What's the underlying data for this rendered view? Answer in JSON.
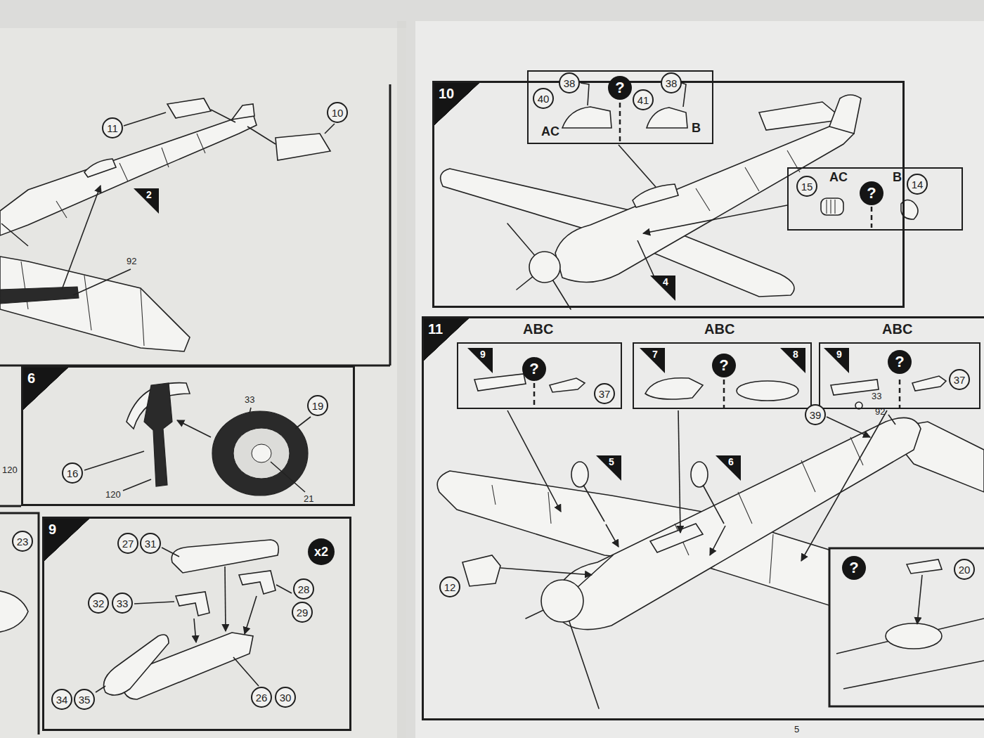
{
  "diagram": {
    "nodes": [
      {
        "text": [
          "11"
        ]
      },
      {
        "text": [
          "10"
        ]
      },
      {
        "text": [
          "2"
        ]
      },
      {
        "text": [
          "6"
        ]
      },
      {
        "text": [
          "19"
        ],
        "in": 3
      },
      {
        "text": [
          "16"
        ],
        "in": 3
      },
      {
        "text": [
          "23"
        ]
      },
      {
        "text": [
          "9"
        ]
      },
      {
        "text": [
          "x2"
        ],
        "in": 7
      },
      {
        "text": [
          "27"
        ],
        "in": 7
      },
      {
        "text": [
          "31"
        ],
        "in": 7
      },
      {
        "text": [
          "28"
        ],
        "in": 7
      },
      {
        "text": [
          "29"
        ],
        "in": 7
      },
      {
        "text": [
          "32"
        ],
        "in": 7
      },
      {
        "text": [
          "33"
        ],
        "in": 7
      },
      {
        "text": [
          "34"
        ],
        "in": 7
      },
      {
        "text": [
          "35"
        ],
        "in": 7
      },
      {
        "text": [
          "26"
        ],
        "in": 7
      },
      {
        "text": [
          "30"
        ],
        "in": 7
      },
      {
        "text": [
          "10"
        ]
      },
      {
        "text": [
          "AC",
          "B"
        ],
        "in": 19
      },
      {
        "text": [
          "38"
        ],
        "in": 20
      },
      {
        "text": [
          "40"
        ],
        "in": 20
      },
      {
        "text": [
          "?"
        ],
        "in": 20
      },
      {
        "text": [
          "38"
        ],
        "in": 20
      },
      {
        "text": [
          "41"
        ],
        "in": 20
      },
      {
        "text": [
          "AC",
          "B"
        ],
        "in": 19
      },
      {
        "text": [
          "15"
        ],
        "in": 26
      },
      {
        "text": [
          "?"
        ],
        "in": 26
      },
      {
        "text": [
          "14"
        ],
        "in": 26
      },
      {
        "text": [
          "4"
        ],
        "in": 19
      },
      {
        "text": [
          "11"
        ]
      },
      {
        "text": [
          "ABC"
        ],
        "in": 31
      },
      {
        "text": [
          "9"
        ],
        "in": 32
      },
      {
        "text": [
          "?"
        ],
        "in": 32
      },
      {
        "text": [
          "37"
        ],
        "in": 32
      },
      {
        "text": [
          "ABC"
        ],
        "in": 31
      },
      {
        "text": [
          "7"
        ],
        "in": 36
      },
      {
        "text": [
          "?"
        ],
        "in": 36
      },
      {
        "text": [
          "8"
        ],
        "in": 36
      },
      {
        "text": [
          "ABC"
        ],
        "in": 31
      },
      {
        "text": [
          "9"
        ],
        "in": 40
      },
      {
        "text": [
          "?"
        ],
        "in": 40
      },
      {
        "text": [
          "37"
        ],
        "in": 40
      },
      {
        "text": [
          "39"
        ],
        "in": 31
      },
      {
        "text": [
          "5"
        ],
        "in": 31
      },
      {
        "text": [
          "6"
        ],
        "in": 31
      },
      {
        "text": [
          "12"
        ],
        "in": 31
      },
      {
        "text": [
          "?"
        ],
        "in": 31
      },
      {
        "text": [
          "20"
        ],
        "in": 31
      }
    ],
    "labels": [
      "92",
      "120",
      "120",
      "33",
      "21",
      "33",
      "92",
      "5"
    ]
  }
}
